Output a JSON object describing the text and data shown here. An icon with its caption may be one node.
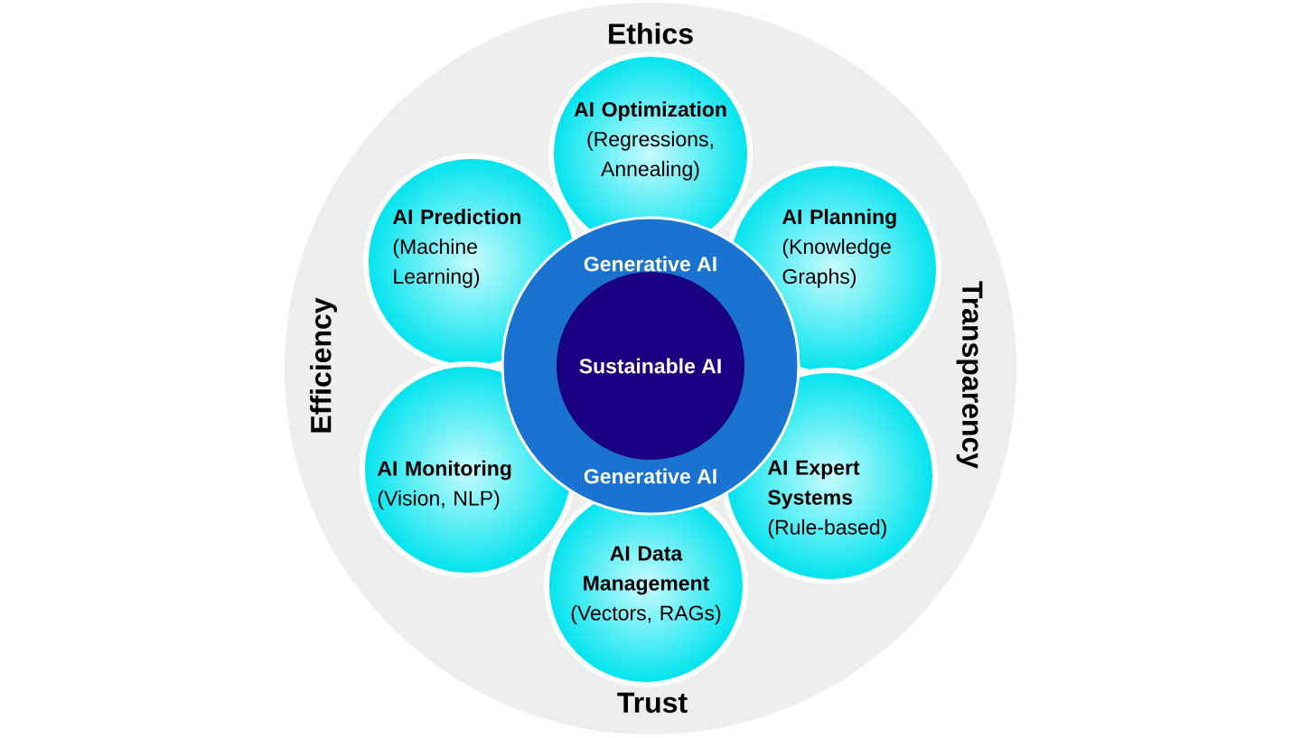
{
  "diagram": {
    "nodes": [
      {
        "text": [
          "Ethics",
          "Transparency",
          "Trust",
          "Efficiency"
        ]
      },
      {
        "text": [
          "AI Optimization",
          "(Regressions, Annealing)"
        ],
        "in": 0
      },
      {
        "text": [
          "AI Prediction",
          "(Machine Learning)"
        ],
        "in": 0
      },
      {
        "text": [
          "AI Planning",
          "(Knowledge Graphs)"
        ],
        "in": 0
      },
      {
        "text": [
          "Generative AI",
          "Generative AI"
        ],
        "in": 0
      },
      {
        "text": [
          "Sustainable AI"
        ],
        "in": 4
      },
      {
        "text": [
          "AI Monitoring",
          "(Vision, NLP)"
        ],
        "in": 0
      },
      {
        "text": [
          "AI Expert Systems",
          "(Rule-based)"
        ],
        "in": 0
      },
      {
        "text": [
          "AI Data Management",
          "(Vectors, RAGs)"
        ],
        "in": 0
      }
    ]
  }
}
